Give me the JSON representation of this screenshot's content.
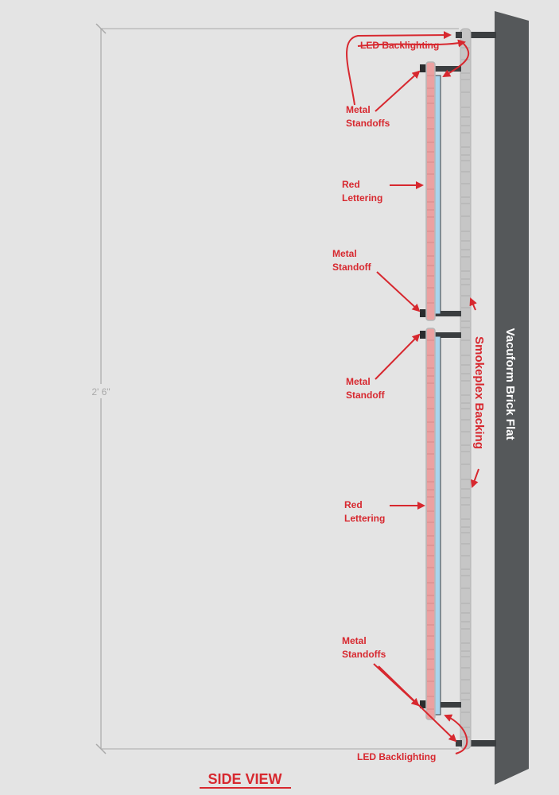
{
  "labels": {
    "led_top": "LED Backlighting",
    "led_bottom": "LED Backlighting",
    "metal_standoffs_top": [
      "Metal",
      "Standoffs"
    ],
    "red_lettering_top": [
      "Red",
      "Lettering"
    ],
    "metal_standoff_mid_upper": [
      "Metal",
      "Standoff"
    ],
    "metal_standoff_mid_lower": [
      "Metal",
      "Standoff"
    ],
    "red_lettering_bottom": [
      "Red",
      "Lettering"
    ],
    "metal_standoffs_bottom": [
      "Metal",
      "Standoffs"
    ],
    "smokeplex": "Smokeplex Backing",
    "wall": "Vacuform Brick Flat",
    "dimension": "2' 6\"",
    "title": "SIDE VIEW"
  },
  "colors": {
    "background": "#e4e4e4",
    "wall": "#55585a",
    "annotation": "#d7282f",
    "red_lettering_panel": "#eba1a1",
    "acrylic": "#a9d4ec",
    "smokeplex_backing": "#c6c6c6",
    "standoff": "#3b3e40",
    "dimension_line": "#a9a9a9"
  }
}
